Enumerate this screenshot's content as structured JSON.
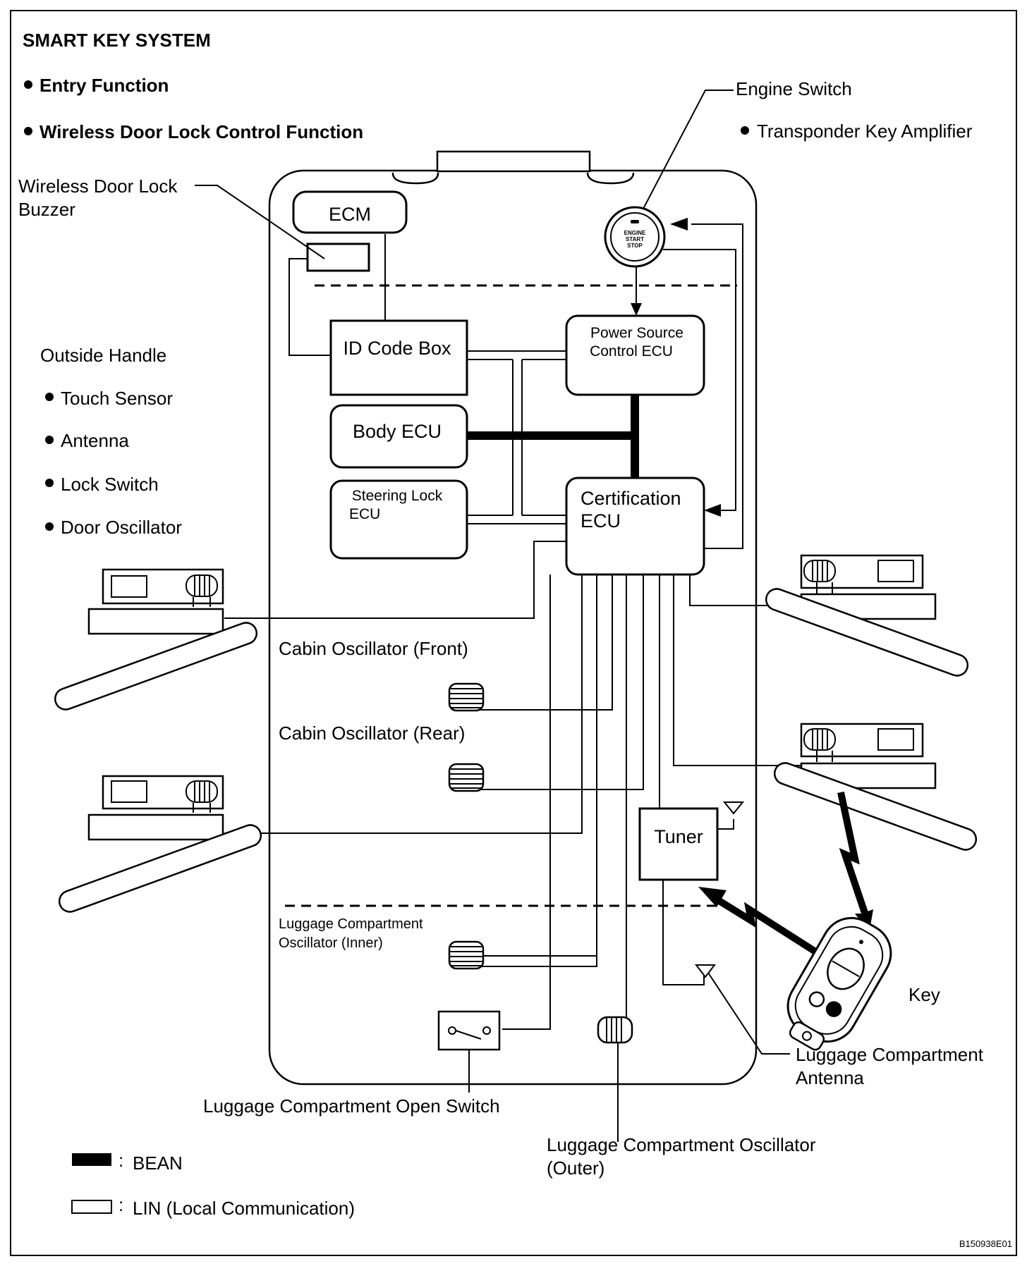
{
  "title": "SMART KEY SYSTEM",
  "functions": [
    "Entry Function",
    "Wireless Door Lock Control Function"
  ],
  "labels": {
    "engine_switch": "Engine Switch",
    "transponder": "Transponder Key Amplifier",
    "buzzer_line1": "Wireless Door Lock",
    "buzzer_line2": "Buzzer",
    "outside_handle": "Outside Handle",
    "handle_items": [
      "Touch Sensor",
      "Antenna",
      "Lock Switch",
      "Door Oscillator"
    ],
    "cabin_front": "Cabin Oscillator (Front)",
    "cabin_rear": "Cabin Oscillator (Rear)",
    "luggage_inner_line1": "Luggage Compartment",
    "luggage_inner_line2": "Oscillator (Inner)",
    "key": "Key",
    "luggage_antenna_line1": "Luggage Compartment",
    "luggage_antenna_line2": "Antenna",
    "luggage_open_switch": "Luggage Compartment Open Switch",
    "luggage_outer_line1": "Luggage Compartment Oscillator",
    "luggage_outer_line2": "(Outer)"
  },
  "boxes": {
    "ecm": "ECM",
    "id_code_box": "ID Code Box",
    "power_source_line1": "Power Source",
    "power_source_line2": "Control ECU",
    "body_ecu": "Body ECU",
    "steering_line1": "Steering Lock",
    "steering_line2": "ECU",
    "cert_line1": "Certification",
    "cert_line2": "ECU",
    "tuner": "Tuner",
    "engine_button_lines": [
      "ENGINE",
      "START",
      "STOP"
    ]
  },
  "legend": {
    "bean": "BEAN",
    "lin": "LIN (Local Communication)",
    "separator": ":"
  },
  "figure_code": "B150938E01"
}
